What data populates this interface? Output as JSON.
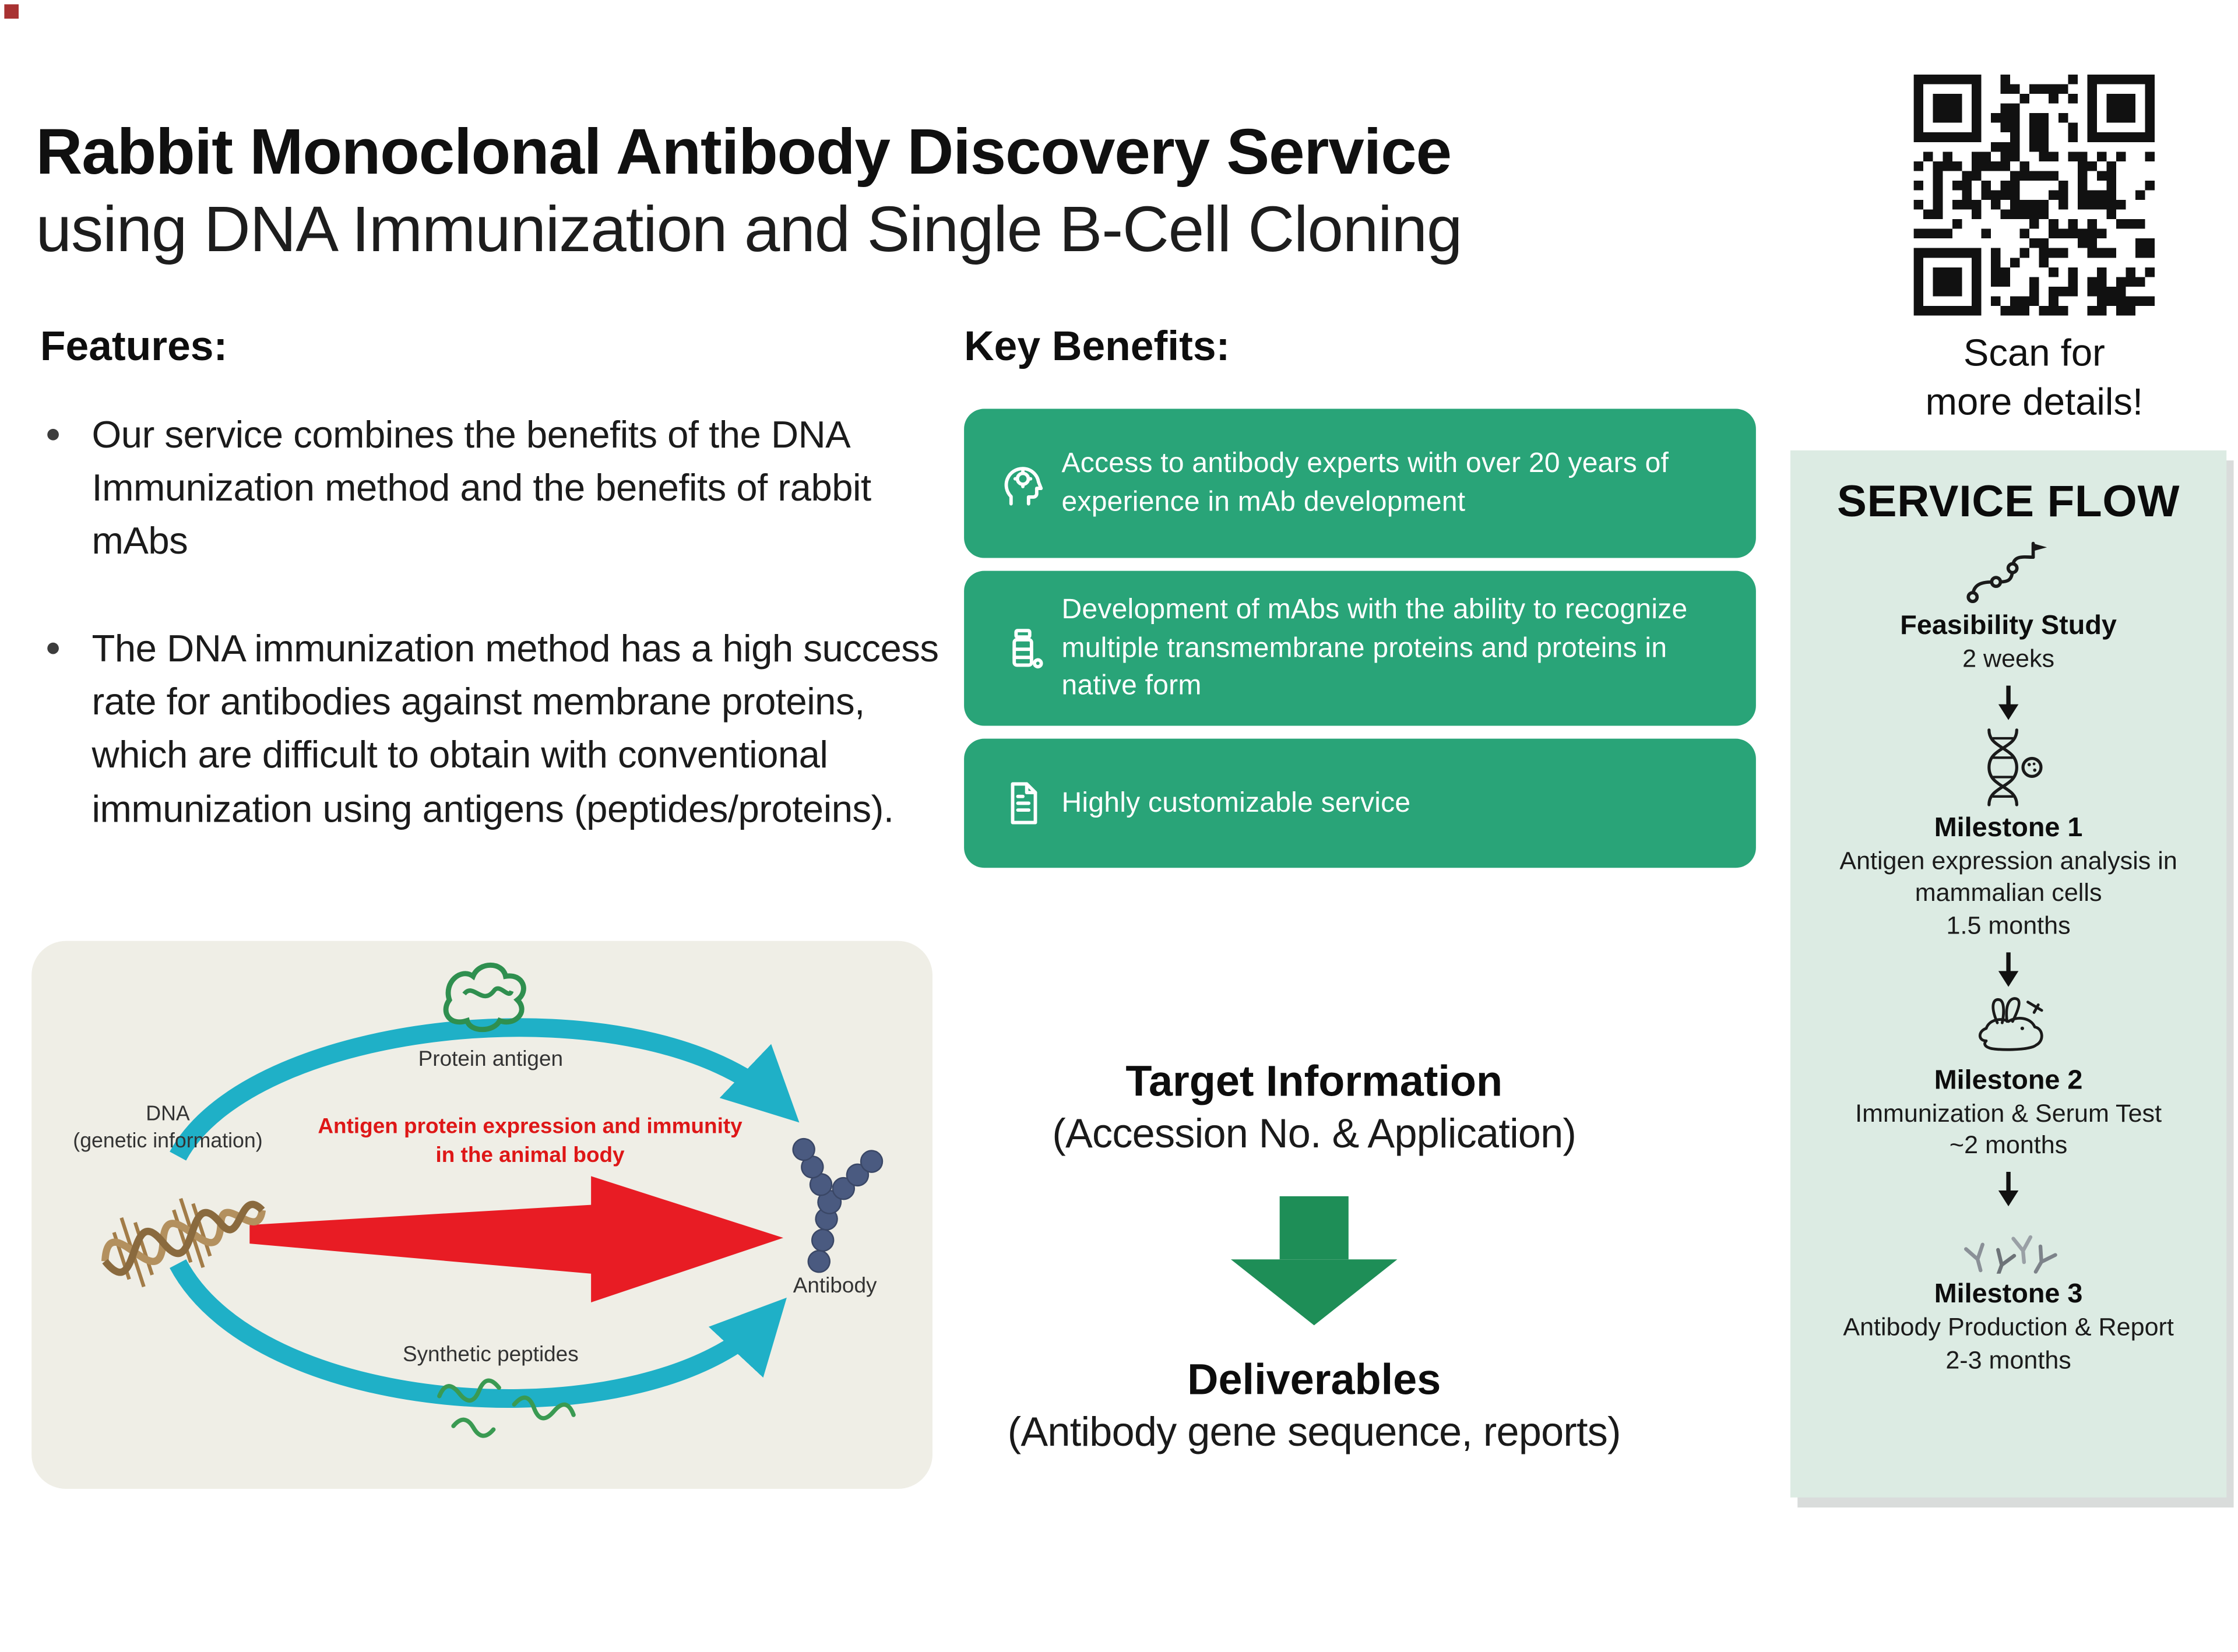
{
  "header": {
    "title": "Rabbit Monoclonal Antibody Discovery Service",
    "subtitle": "using DNA Immunization and Single B-Cell Cloning"
  },
  "qr": {
    "caption_line1": "Scan for",
    "caption_line2": "more details!",
    "icon": "qr-code-icon"
  },
  "features": {
    "heading": "Features:",
    "bullets": [
      "Our service combines the benefits of the DNA Immunization method and the benefits of rabbit mAbs",
      "The DNA immunization method has a high success rate for antibodies against membrane proteins, which are difficult to obtain with conventional immunization using antigens (peptides/proteins)."
    ]
  },
  "diagram": {
    "labels": {
      "protein_antigen": "Protein antigen",
      "dna_line1": "DNA",
      "dna_line2": "(genetic information)",
      "arrow_caption_line1": "Antigen protein expression and immunity",
      "arrow_caption_line2": "in the animal body",
      "antibody": "Antibody",
      "synthetic_peptides": "Synthetic peptides"
    },
    "icons": [
      "protein-scribble-icon",
      "dna-helix-icon",
      "antibody-y-icon",
      "peptide-squiggles-icon",
      "cycle-arrow-icon",
      "red-arrow-icon"
    ]
  },
  "key_benefits": {
    "heading": "Key Benefits:",
    "items": [
      {
        "icon": "head-brain-icon",
        "text": "Access to antibody experts with over 20 years of experience in mAb development"
      },
      {
        "icon": "medicine-bottle-icon",
        "text": "Development of mAbs with the ability to recognize multiple transmembrane proteins and proteins in native form"
      },
      {
        "icon": "document-icon",
        "text": "Highly customizable service"
      }
    ]
  },
  "pipeline": {
    "target_title": "Target Information",
    "target_subtitle": "(Accession No. & Application)",
    "deliverables_title": "Deliverables",
    "deliverables_subtitle": "(Antibody gene sequence, reports)",
    "arrow_icon": "down-arrow-icon"
  },
  "service_flow": {
    "heading": "SERVICE FLOW",
    "steps": [
      {
        "icon": "process-route-icon",
        "title": "Feasibility Study",
        "lines": [
          "2 weeks"
        ]
      },
      {
        "icon": "dna-icon",
        "title": "Milestone 1",
        "lines": [
          "Antigen expression analysis in mammalian cells",
          "1.5 months"
        ]
      },
      {
        "icon": "rabbit-icon",
        "title": "Milestone 2",
        "lines": [
          "Immunization & Serum Test",
          "~2 months"
        ]
      },
      {
        "icon": "antibodies-icon",
        "title": "Milestone 3",
        "lines": [
          "Antibody Production & Report",
          "2-3 months"
        ]
      }
    ]
  },
  "colors": {
    "benefit_green": "#29a478",
    "arrow_green": "#1e8e57",
    "flow_panel_bg": "#dcebe3",
    "diagram_bg": "#efeee6",
    "cycle_cyan": "#1fb0c7",
    "diagram_red": "#e81c24"
  }
}
